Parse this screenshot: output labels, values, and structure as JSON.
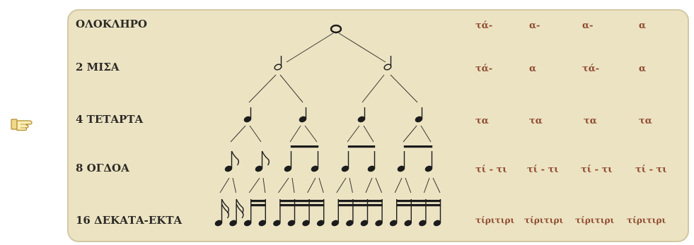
{
  "rows": [
    {
      "label": "ΟΛΟΚΛΗΡΟ",
      "syllables": [
        "τά-",
        "α-",
        "α-",
        "α"
      ]
    },
    {
      "label": "2 ΜΙΣΑ",
      "syllables": [
        "τά-",
        "α",
        "τά-",
        "α"
      ]
    },
    {
      "label": "4 ΤΕΤΑΡΤΑ",
      "syllables": [
        "τα",
        "τα",
        "τα",
        "τα"
      ]
    },
    {
      "label": "8 ΟΓΔΟΑ",
      "syllables": [
        "τί - τι",
        "τί - τι",
        "τί - τι",
        "τί - τι"
      ]
    },
    {
      "label": "16 ΔΕΚΑΤΑ-ΕΚΤΑ",
      "syllables": [
        "τίριτιρι",
        "τίριτιρι",
        "τίριτιρι",
        "τίριτιρι"
      ]
    }
  ],
  "icons": {
    "pointer": "pointing-hand-icon"
  },
  "colors": {
    "panel": "#ece3c3",
    "syllable_text": "#8e4a2e",
    "label_text": "#2b2a25",
    "ink": "#1c1c1c"
  }
}
